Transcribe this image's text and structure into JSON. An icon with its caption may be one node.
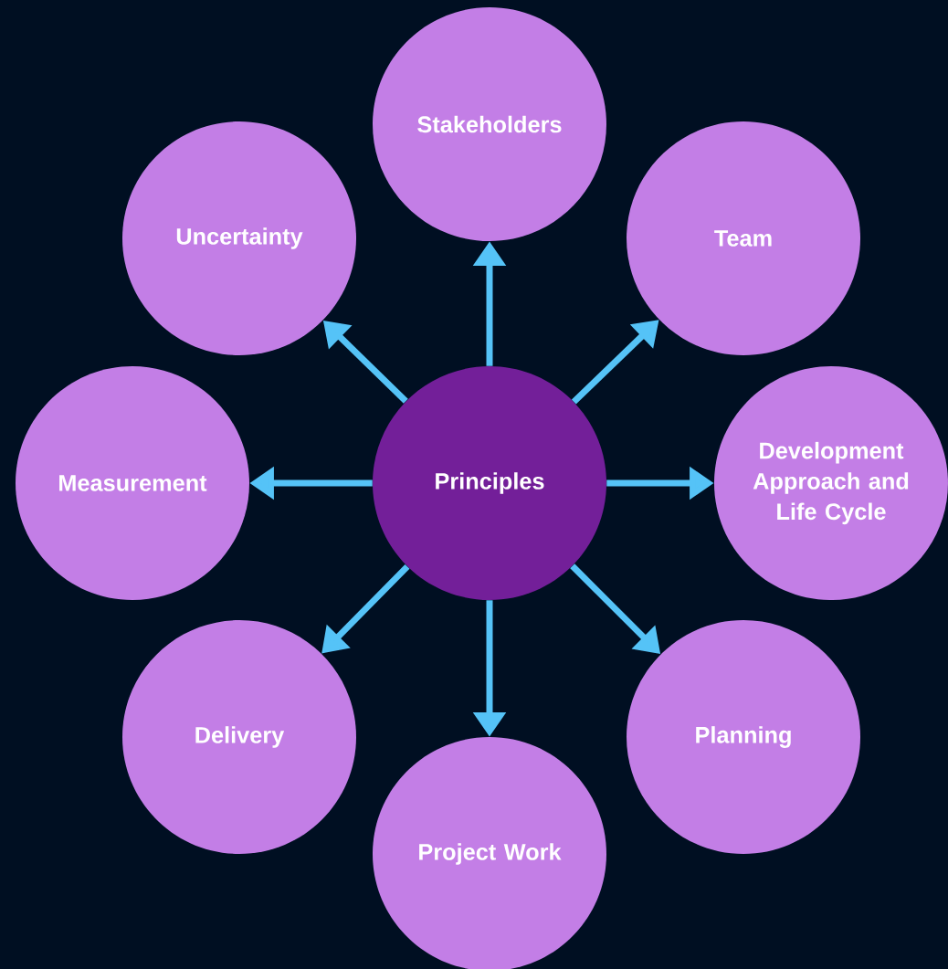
{
  "diagram": {
    "nodes": [
      {
        "text": [
          "Stakeholders"
        ]
      },
      {
        "text": [
          "Uncertainty"
        ]
      },
      {
        "text": [
          "Team"
        ]
      },
      {
        "text": [
          "Measurement"
        ]
      },
      {
        "text": [
          "Principles"
        ]
      },
      {
        "text": [
          "Development Approach and Life Cycle"
        ]
      },
      {
        "text": [
          "Delivery"
        ]
      },
      {
        "text": [
          "Planning"
        ]
      },
      {
        "text": [
          "Project Work"
        ]
      }
    ],
    "edges": [
      {
        "from": 4,
        "to": 0,
        "arrow": "to"
      },
      {
        "from": 4,
        "to": 1,
        "arrow": "to"
      },
      {
        "from": 4,
        "to": 2,
        "arrow": "to"
      },
      {
        "from": 4,
        "to": 3,
        "arrow": "to"
      },
      {
        "from": 4,
        "to": 5,
        "arrow": "to"
      },
      {
        "from": 4,
        "to": 6,
        "arrow": "to"
      },
      {
        "from": 4,
        "to": 7,
        "arrow": "to"
      },
      {
        "from": 4,
        "to": 8,
        "arrow": "to"
      }
    ]
  }
}
